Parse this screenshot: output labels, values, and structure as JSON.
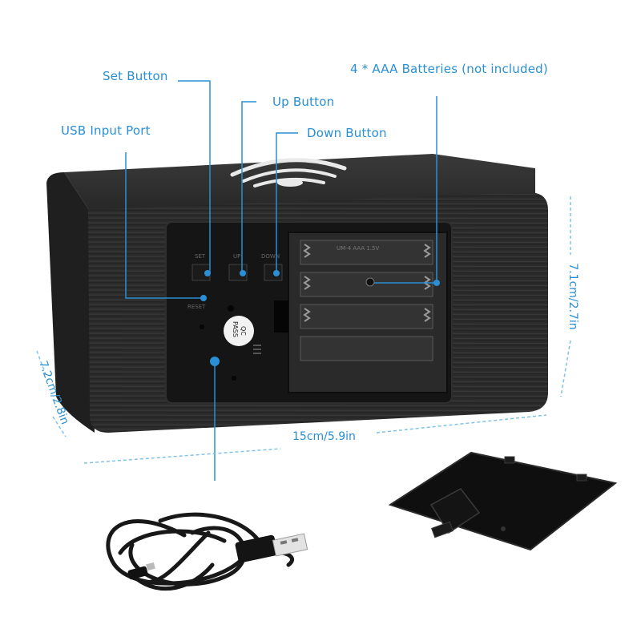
{
  "labels": {
    "set_button": "Set Button",
    "up_button": "Up Button",
    "usb_input_port": "USB Input Port",
    "down_button": "Down Button",
    "batteries": "4 * AAA Batteries (not included)"
  },
  "dimensions": {
    "height": "7.1cm/2.7in",
    "depth": "7.2cm/2.8in",
    "width": "15cm/5.9in"
  },
  "device_markings": {
    "qc_sticker_line1": "QC",
    "qc_sticker_line2": "PASS",
    "btn_set": "SET",
    "btn_up": "UP",
    "btn_down": "DOWN",
    "reset": "RESET",
    "battery_label": "UM-4 AAA 1.5V"
  },
  "colors": {
    "accent": "#2a8fd4",
    "wood": "#2b2b2b",
    "panel": "#141414"
  }
}
